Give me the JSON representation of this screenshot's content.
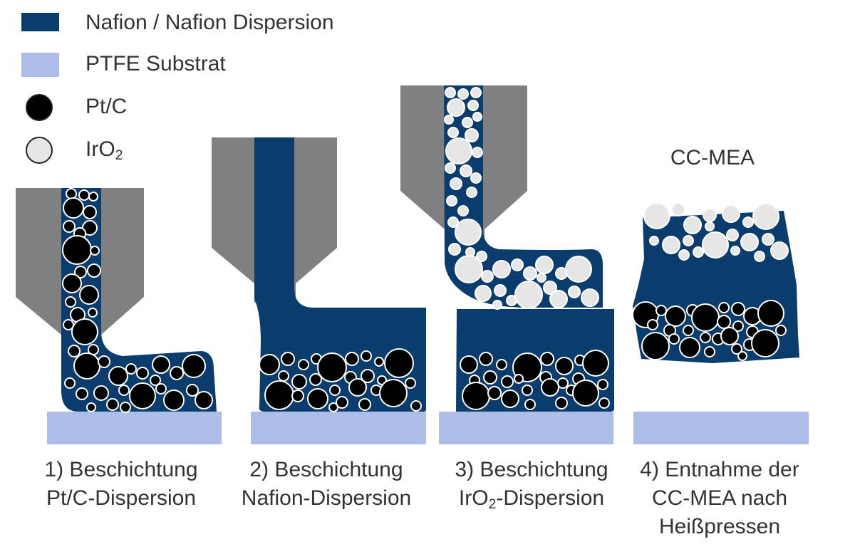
{
  "legend": [
    {
      "key": "nafion",
      "label": "Nafion / Nafion Dispersion",
      "color": "#0a3d6e"
    },
    {
      "key": "ptfe",
      "label": "PTFE Substrat",
      "color": "#aebde8"
    },
    {
      "key": "ptc",
      "label": "Pt/C",
      "color": "#000000"
    },
    {
      "key": "iro2",
      "label": "IrO",
      "label_sub": "2",
      "color": "#e6e6e6"
    }
  ],
  "steps": [
    {
      "line1": "1) Beschichtung",
      "line2": "Pt/C-Dispersion"
    },
    {
      "line1": "2) Beschichtung",
      "line2": "Nafion-Dispersion"
    },
    {
      "line1": "3) Beschichtung",
      "line2_a": "IrO",
      "line2_sub": "2",
      "line2_b": "-Dispersion"
    },
    {
      "line1": "4) Entnahme der",
      "line2": "CC-MEA nach",
      "line3": "Heißpressen"
    }
  ],
  "cc_mea_label": "CC-MEA",
  "colors": {
    "nafion": "#0a3d6e",
    "ptfe": "#aebde8",
    "nozzle": "#808080",
    "ptc": "#000000",
    "iro2": "#e6e6e6"
  }
}
